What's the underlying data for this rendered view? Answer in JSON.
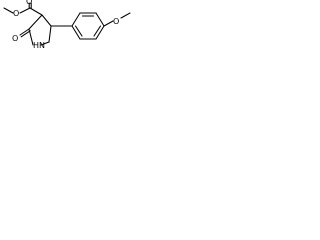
{
  "compound": {
    "atom_labels": {
      "ester_carbonyl_oxygen": "O",
      "ester_single_oxygen": "O",
      "lactam_carbonyl_oxygen": "O",
      "ring_nitrogen": "N",
      "ring_nitrogen_hydrogen": "H",
      "aryl_ether_oxygen": "O"
    }
  },
  "colors": {
    "bonds": "#000000",
    "labels": "#000000",
    "background": "#ffffff"
  }
}
